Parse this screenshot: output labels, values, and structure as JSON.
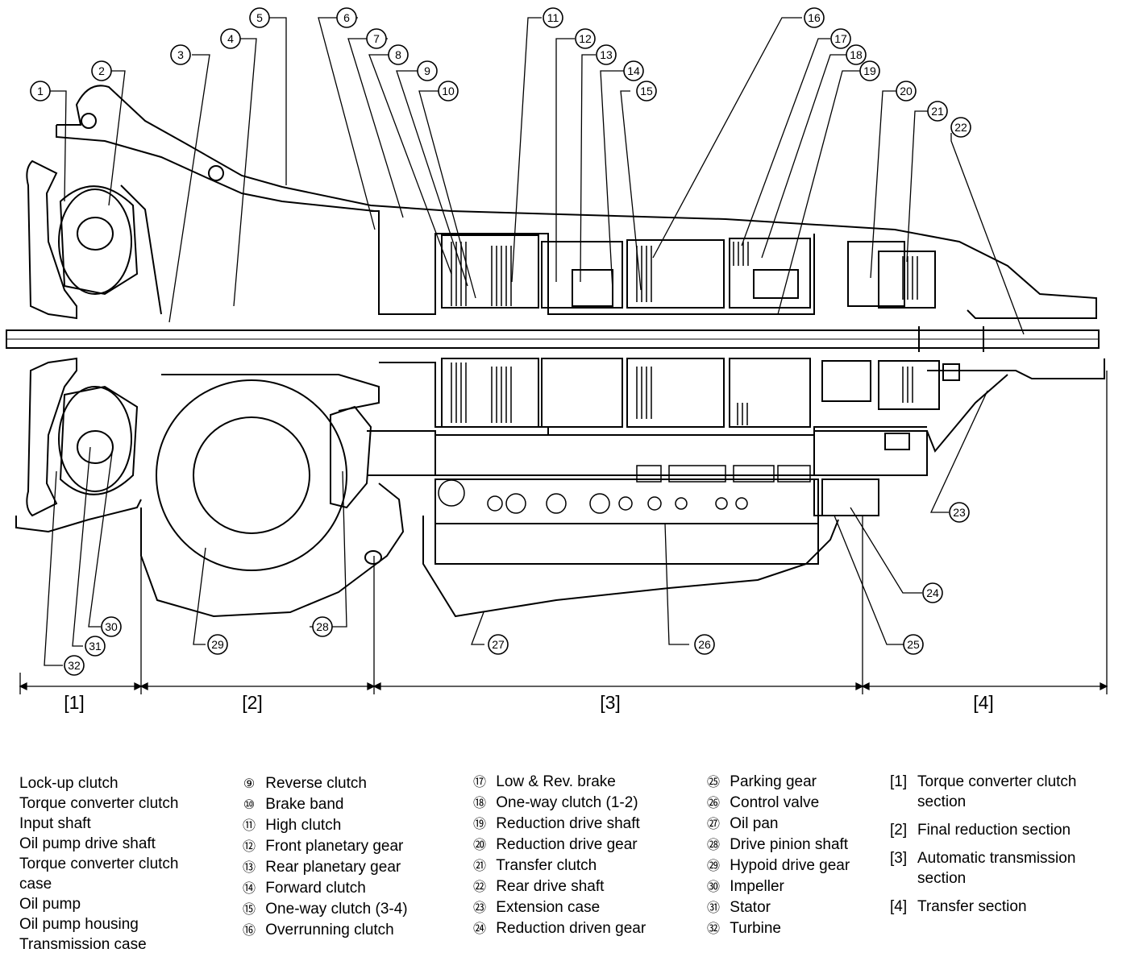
{
  "diagram": {
    "callouts": [
      "1",
      "2",
      "3",
      "4",
      "5",
      "6",
      "7",
      "8",
      "9",
      "10",
      "11",
      "12",
      "13",
      "14",
      "15",
      "16",
      "17",
      "18",
      "19",
      "20",
      "21",
      "22",
      "23",
      "24",
      "25",
      "26",
      "27",
      "28",
      "29",
      "30",
      "31",
      "32"
    ],
    "sections": [
      "[1]",
      "[2]",
      "[3]",
      "[4]"
    ]
  },
  "legend": {
    "col1": [
      {
        "num": "",
        "text": "Lock-up clutch"
      },
      {
        "num": "",
        "text": "Torque converter clutch"
      },
      {
        "num": "",
        "text": "Input shaft"
      },
      {
        "num": "",
        "text": "Oil pump drive shaft"
      },
      {
        "num": "",
        "text": "Torque converter clutch"
      },
      {
        "num": "",
        "text": "case"
      },
      {
        "num": "",
        "text": "Oil pump"
      },
      {
        "num": "",
        "text": "Oil pump housing"
      },
      {
        "num": "",
        "text": "Transmission case"
      }
    ],
    "col2": [
      {
        "num": "⑨",
        "text": "Reverse clutch"
      },
      {
        "num": "⑩",
        "text": "Brake band"
      },
      {
        "num": "⑪",
        "text": "High clutch"
      },
      {
        "num": "⑫",
        "text": "Front planetary gear"
      },
      {
        "num": "⑬",
        "text": "Rear planetary gear"
      },
      {
        "num": "⑭",
        "text": "Forward clutch"
      },
      {
        "num": "⑮",
        "text": "One-way clutch (3-4)"
      },
      {
        "num": "⑯",
        "text": "Overrunning clutch"
      }
    ],
    "col3": [
      {
        "num": "⑰",
        "text": "Low & Rev. brake"
      },
      {
        "num": "⑱",
        "text": "One-way clutch (1-2)"
      },
      {
        "num": "⑲",
        "text": "Reduction drive shaft"
      },
      {
        "num": "⑳",
        "text": "Reduction drive gear"
      },
      {
        "num": "㉑",
        "text": "Transfer clutch"
      },
      {
        "num": "㉒",
        "text": "Rear drive shaft"
      },
      {
        "num": "㉓",
        "text": "Extension case"
      },
      {
        "num": "㉔",
        "text": "Reduction driven gear"
      }
    ],
    "col4": [
      {
        "num": "㉕",
        "text": "Parking gear"
      },
      {
        "num": "㉖",
        "text": "Control valve"
      },
      {
        "num": "㉗",
        "text": "Oil pan"
      },
      {
        "num": "㉘",
        "text": "Drive pinion shaft"
      },
      {
        "num": "㉙",
        "text": "Hypoid drive gear"
      },
      {
        "num": "㉚",
        "text": "Impeller"
      },
      {
        "num": "㉛",
        "text": "Stator"
      },
      {
        "num": "㉜",
        "text": "Turbine"
      }
    ],
    "col5": [
      {
        "tag": "[1]",
        "text": "Torque converter clutch",
        "text2": "section"
      },
      {
        "tag": "[2]",
        "text": "Final reduction section",
        "text2": ""
      },
      {
        "tag": "[3]",
        "text": "Automatic transmission",
        "text2": "section"
      },
      {
        "tag": "[4]",
        "text": "Transfer section",
        "text2": ""
      }
    ]
  }
}
